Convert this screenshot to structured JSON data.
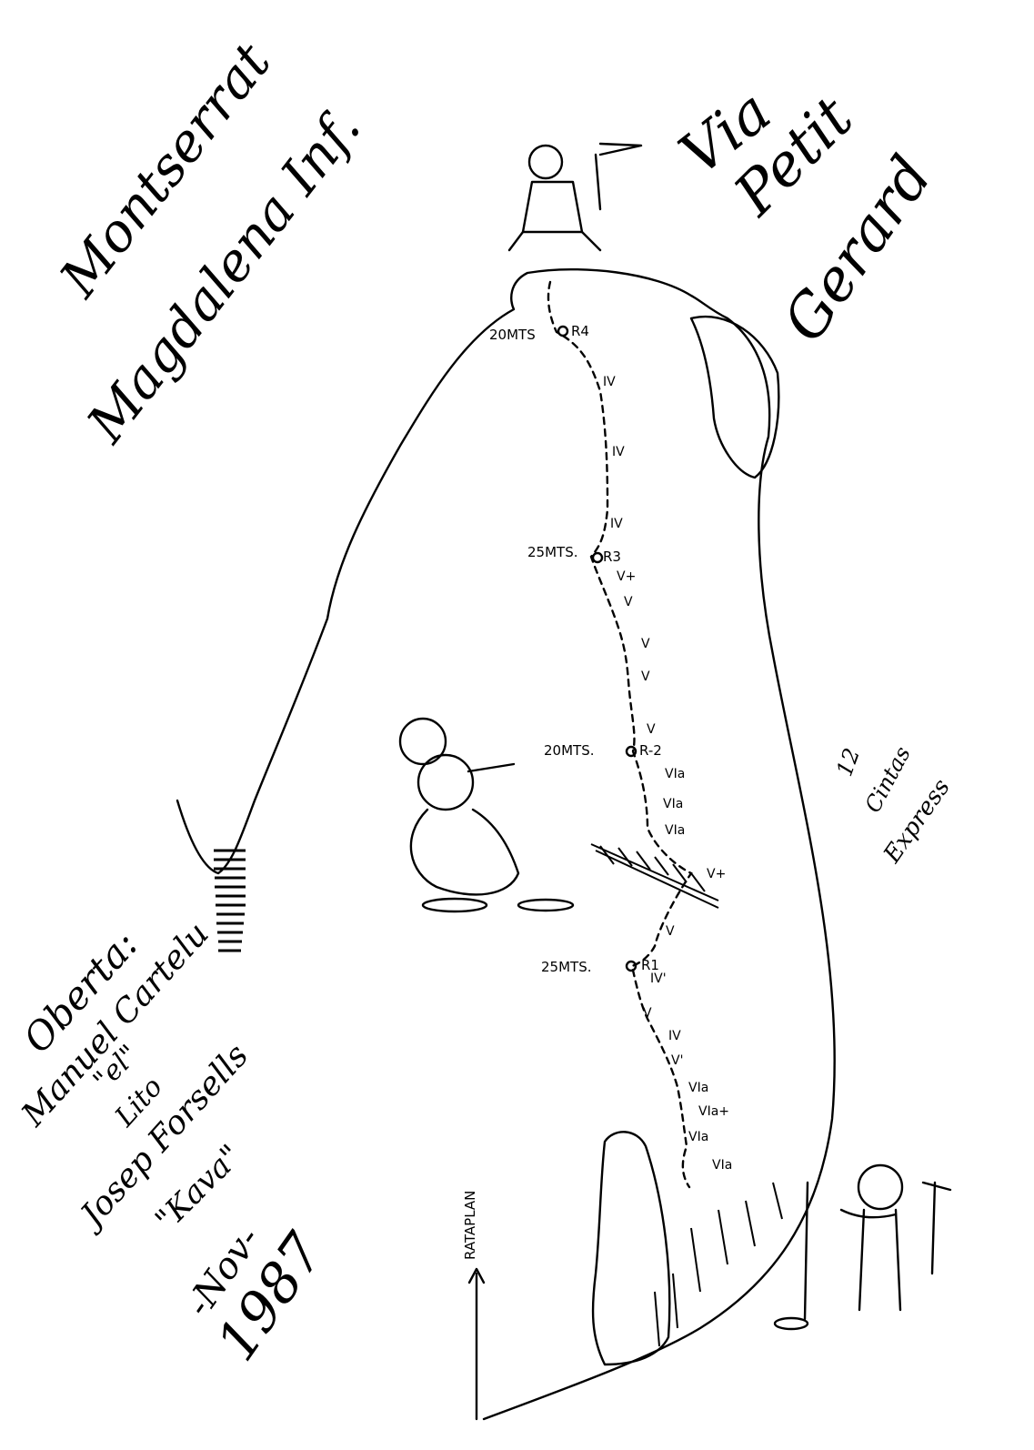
{
  "header": {
    "massif": "Montserrat",
    "peak": "Magdalena Inf.",
    "route_line1": "Via",
    "route_line2": "Petit",
    "route_line3": "Gerard"
  },
  "gear": {
    "count": "12",
    "line1": "Cintas",
    "line2": "Express"
  },
  "opened": {
    "heading": "Oberta:",
    "line1": "Manuel Cartelu",
    "line2": "\"el\"",
    "line3": "Lito",
    "line4": "Josep Forsells",
    "line5": "\"Kava\"",
    "month": "-Nov-",
    "year": "1987"
  },
  "neighbour_route": "RATAPLAN",
  "belays": [
    {
      "length": "20MTS",
      "name": "R4"
    },
    {
      "length": "25MTS.",
      "name": "R3"
    },
    {
      "length": "20MTS.",
      "name": "R-2"
    },
    {
      "length": "25MTS.",
      "name": "R1"
    }
  ],
  "grades": [
    "IV",
    "IV",
    "IV",
    "V+",
    "V",
    "V",
    "V",
    "V",
    "VIa",
    "VIa",
    "VIa",
    "V+",
    "V",
    "IV'",
    "V",
    "IV",
    "V'",
    "VIa",
    "VIa+",
    "VIa",
    "VIa"
  ],
  "colors": {
    "ink": "#000000",
    "paper": "#ffffff"
  }
}
